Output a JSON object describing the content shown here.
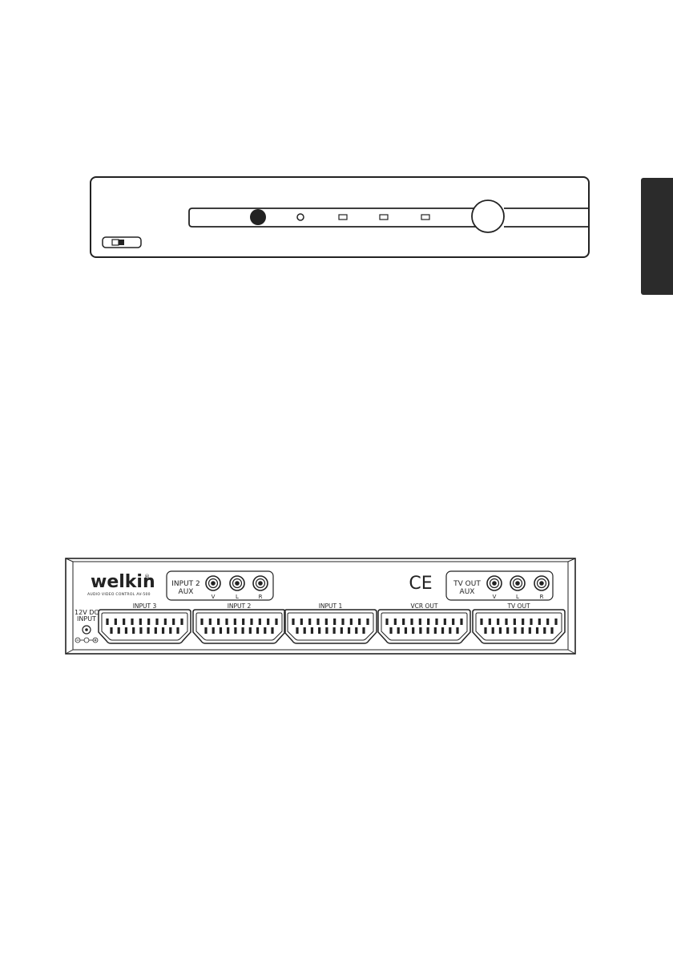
{
  "rear_panel": {
    "brand": {
      "logo": "welkin",
      "registered_mark": "®",
      "subtitle": "AUDIO VIDEO CONTROL AV-500"
    },
    "input2_aux": {
      "line1": "INPUT 2",
      "line2": "AUX",
      "jack_labels": [
        "V",
        "L",
        "R"
      ]
    },
    "tv_out_aux": {
      "line1": "TV OUT",
      "line2": "AUX",
      "jack_labels": [
        "V",
        "L",
        "R"
      ]
    },
    "ce_mark": "CE",
    "dc_input": {
      "line1": "12V DC",
      "line2": "INPUT"
    },
    "scart_labels": [
      "INPUT 3",
      "INPUT 2",
      "INPUT 1",
      "VCR OUT",
      "TV OUT"
    ]
  },
  "colors": {
    "line": "#222222",
    "side_tab": "#2b2b2b",
    "background": "#ffffff"
  }
}
